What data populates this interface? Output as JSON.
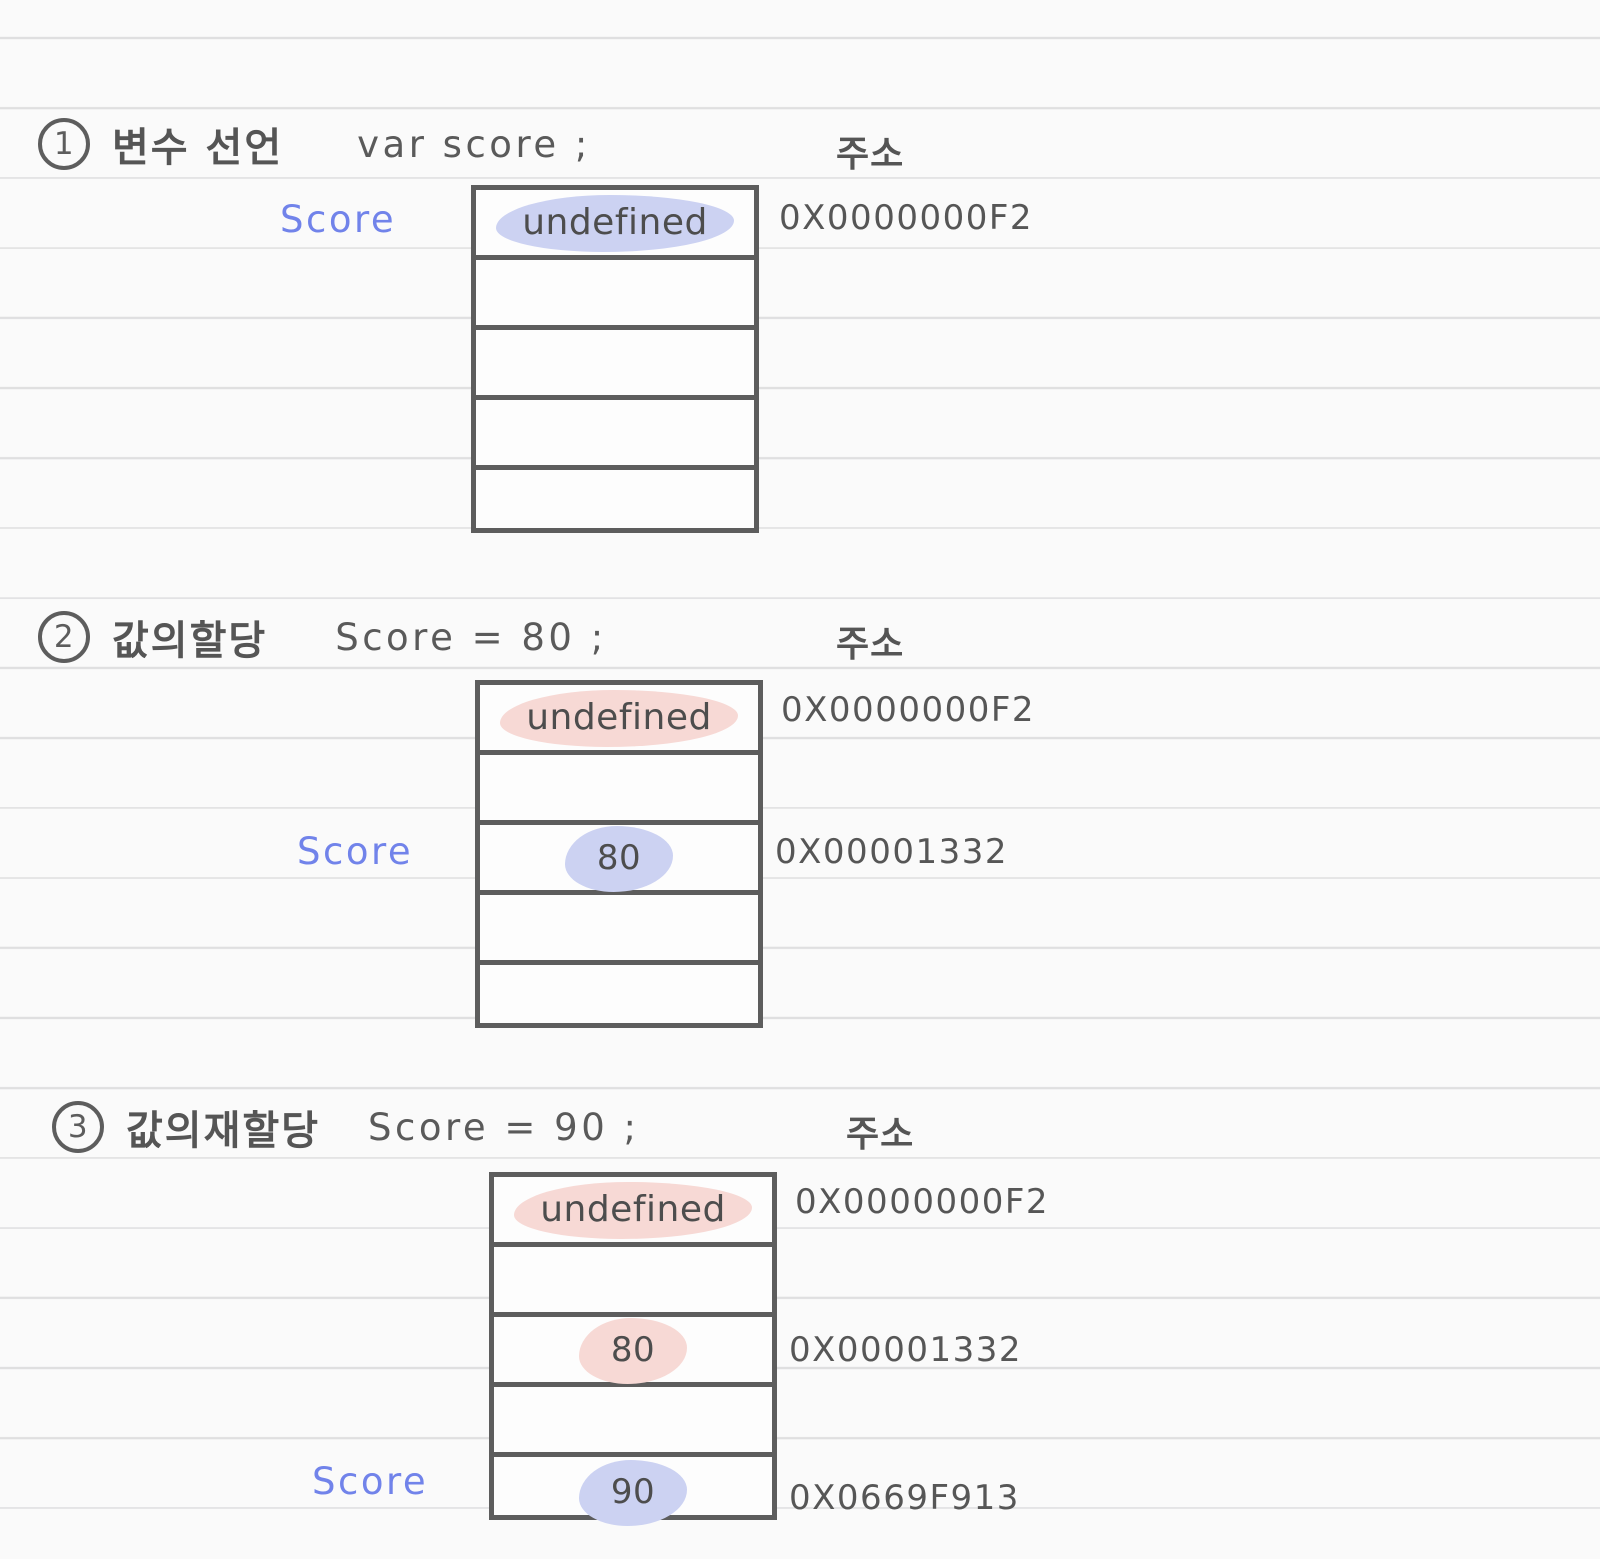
{
  "page": {
    "background_color": "#fafafa",
    "rule_line_color": "#dfdfe0",
    "ink_color": "#5d5d5d",
    "variable_label_color": "#7183ea",
    "highlight_blue": "#ccd2f2",
    "highlight_pink": "#f7d9d5"
  },
  "sections": [
    {
      "number": "1",
      "title": "변수 선언",
      "code": "var score ;",
      "address_header": "주소",
      "variable_label": "Score",
      "cells": [
        {
          "value": "undefined",
          "highlight": "blue",
          "address": "0X0000000F2"
        },
        {
          "value": "",
          "highlight": "none",
          "address": ""
        },
        {
          "value": "",
          "highlight": "none",
          "address": ""
        },
        {
          "value": "",
          "highlight": "none",
          "address": ""
        },
        {
          "value": "",
          "highlight": "none",
          "address": ""
        }
      ]
    },
    {
      "number": "2",
      "title": "값의할당",
      "code": "Score = 80 ;",
      "address_header": "주소",
      "variable_label": "Score",
      "cells": [
        {
          "value": "undefined",
          "highlight": "pink",
          "address": "0X0000000F2"
        },
        {
          "value": "",
          "highlight": "none",
          "address": ""
        },
        {
          "value": "80",
          "highlight": "blue",
          "address": "0X00001332"
        },
        {
          "value": "",
          "highlight": "none",
          "address": ""
        },
        {
          "value": "",
          "highlight": "none",
          "address": ""
        }
      ]
    },
    {
      "number": "3",
      "title": "값의재할당",
      "code": "Score = 90 ;",
      "address_header": "주소",
      "variable_label": "Score",
      "cells": [
        {
          "value": "undefined",
          "highlight": "pink",
          "address": "0X0000000F2"
        },
        {
          "value": "",
          "highlight": "none",
          "address": ""
        },
        {
          "value": "80",
          "highlight": "pink",
          "address": "0X00001332"
        },
        {
          "value": "",
          "highlight": "none",
          "address": ""
        },
        {
          "value": "90",
          "highlight": "blue",
          "address": "0X0669F913"
        }
      ]
    }
  ]
}
